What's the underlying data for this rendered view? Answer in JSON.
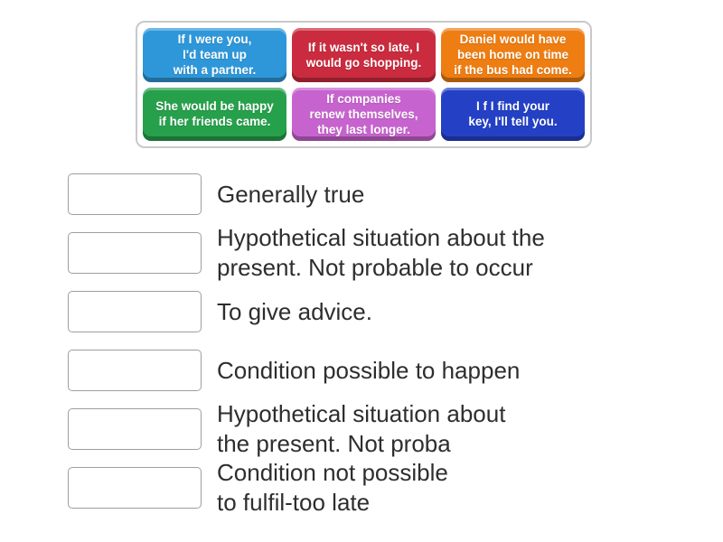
{
  "page": {
    "background_color": "#ffffff",
    "text_color": "#2e2e2e",
    "slot_border_color": "#9e9e9e",
    "board_border_color": "#c9c9c9"
  },
  "word_bank": {
    "tiles": [
      {
        "name": "light-blue",
        "color": "#2e97d9",
        "text": "If I were you,\nI'd team up\nwith a partner."
      },
      {
        "name": "red",
        "color": "#cb2b3e",
        "text": "If it wasn't so late, I\nwould go shopping."
      },
      {
        "name": "orange",
        "color": "#ee7d12",
        "text": "Daniel would have\nbeen home on time\nif the bus had come."
      },
      {
        "name": "green",
        "color": "#27a04c",
        "text": "She would be happy\nif her friends came."
      },
      {
        "name": "orchid",
        "color": "#c763ce",
        "text": "If companies\nrenew themselves,\nthey last longer."
      },
      {
        "name": "royal-blue",
        "color": "#2441c6",
        "text": "I f I find your\nkey, I'll tell you."
      }
    ]
  },
  "match_list": {
    "rows": [
      {
        "clue": "Generally true"
      },
      {
        "clue": "Hypothetical situation about the\npresent. Not probable to occur"
      },
      {
        "clue": "To give advice."
      },
      {
        "clue": "Condition possible to happen"
      },
      {
        "clue": "Hypothetical situation about\nthe present. Not proba"
      },
      {
        "clue": "Condition not possible\nto fulfil-too late"
      }
    ]
  }
}
